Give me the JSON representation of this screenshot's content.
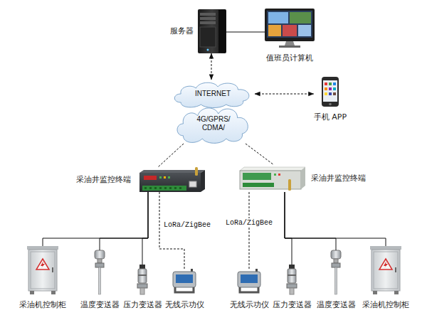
{
  "diagram": {
    "nodes": [
      {
        "text": [
          "服务器"
        ]
      },
      {
        "text": [
          "值班员计算机"
        ]
      },
      {
        "text": [
          "INTERNET"
        ]
      },
      {
        "text": [
          "手机 APP"
        ]
      },
      {
        "text": [
          "4G/GPRS/ CDMA/"
        ]
      },
      {
        "text": [
          "采油井监控终端"
        ]
      },
      {
        "text": [
          "采油井监控终端"
        ]
      },
      {
        "text": [
          "采油机控制柜"
        ]
      },
      {
        "text": [
          "温度变送器"
        ]
      },
      {
        "text": [
          "压力变送器"
        ]
      },
      {
        "text": [
          "无线示功仪"
        ]
      },
      {
        "text": [
          "无线示功仪"
        ]
      },
      {
        "text": [
          "压力变送器"
        ]
      },
      {
        "text": [
          "温度变送器"
        ]
      },
      {
        "text": [
          "采油机控制柜"
        ]
      }
    ],
    "edges": [
      {
        "from": 0,
        "to": 1,
        "arrow": "none"
      },
      {
        "from": 0,
        "to": 2,
        "arrow": "both"
      },
      {
        "from": 2,
        "to": 3,
        "arrow": "both"
      },
      {
        "from": 4,
        "to": 5,
        "arrow": "none"
      },
      {
        "from": 4,
        "to": 6,
        "arrow": "none"
      },
      {
        "from": 5,
        "to": 7,
        "arrow": "none"
      },
      {
        "from": 5,
        "to": 8,
        "arrow": "none"
      },
      {
        "from": 5,
        "to": 9,
        "arrow": "none"
      },
      {
        "from": 5,
        "to": 10,
        "label": "LoRa/ZigBee",
        "arrow": "none"
      },
      {
        "from": 6,
        "to": 11,
        "label": "LoRa/ZigBee",
        "arrow": "none"
      },
      {
        "from": 6,
        "to": 12,
        "arrow": "none"
      },
      {
        "from": 6,
        "to": 13,
        "arrow": "none"
      },
      {
        "from": 6,
        "to": 14,
        "arrow": "none"
      }
    ]
  }
}
